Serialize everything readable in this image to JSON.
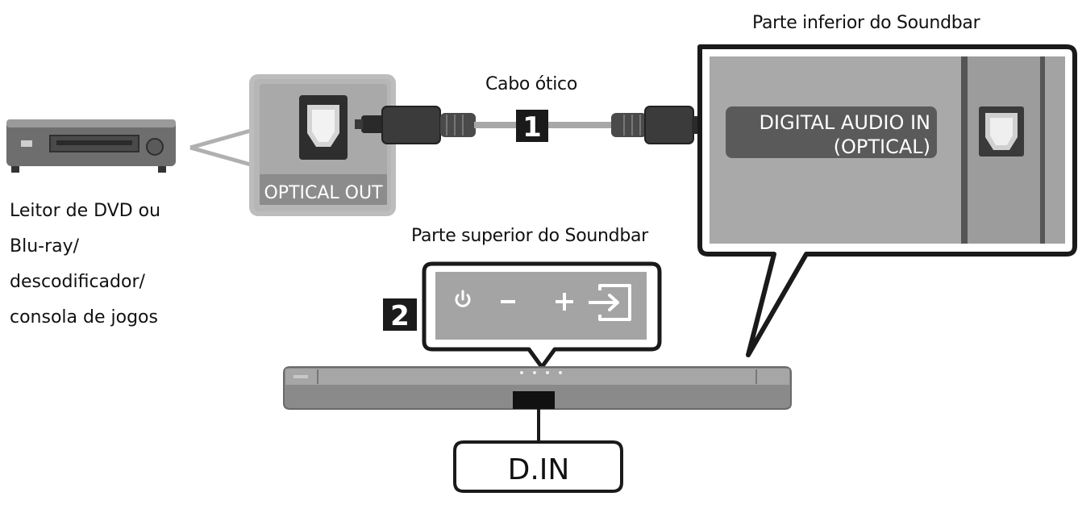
{
  "labels": {
    "bottom_of_soundbar": "Parte inferior do Soundbar",
    "optical_cable": "Cabo ótico",
    "top_of_soundbar": "Parte superior do Soundbar",
    "source_device_lines": [
      "Leitor de DVD ou",
      "Blu-ray/",
      "descodificador/",
      "consola de jogos"
    ],
    "optical_out": "OPTICAL OUT",
    "digital_audio_in_line1": "DIGITAL AUDIO IN",
    "digital_audio_in_line2": "(OPTICAL)",
    "port_label": "D.IN"
  },
  "steps": [
    "1",
    "2"
  ],
  "control_panel": {
    "buttons": [
      "power-icon",
      "volume-down-icon",
      "volume-up-icon",
      "source-input-icon"
    ]
  },
  "colors": {
    "panel_bg": "#aeaeae",
    "panel_dark": "#5a5a5a",
    "outline": "#1a1a1a",
    "soundbar": "#888888",
    "badge": "#1a1a1a",
    "cable": "#9a9a9a"
  }
}
